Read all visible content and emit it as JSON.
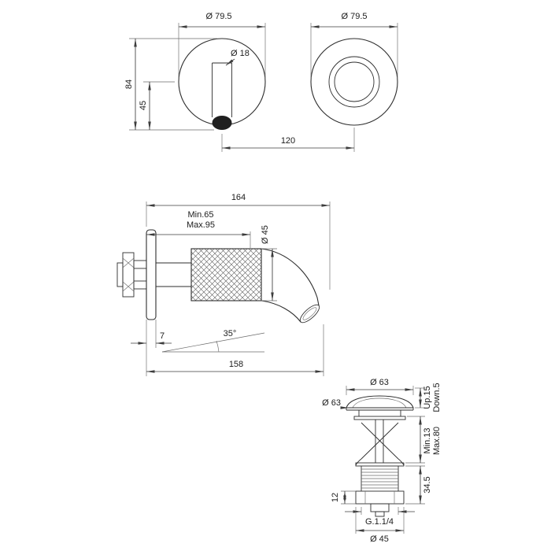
{
  "colors": {
    "background": "#ffffff",
    "line": "#2e2e2e"
  },
  "views": {
    "spout_front": {
      "plate_dia": "Ø 79.5",
      "spout_dia": "Ø 18",
      "height_total": "84",
      "height_outlet": "45",
      "center_distance": "120"
    },
    "handle_front": {
      "plate_dia": "Ø 79.5"
    },
    "side": {
      "length_total": "164",
      "wall_min": "Min.65",
      "wall_max": "Max.95",
      "body_dia": "Ø 45",
      "plate_thickness": "7",
      "spout_angle": "35°",
      "spout_reach": "158"
    },
    "drain": {
      "cap_dia_top": "Ø 63",
      "cap_dia_side": "Ø 63",
      "travel_up": "Up.15",
      "travel_down": "Down.5",
      "clamp_min": "Min.13",
      "clamp_max": "Max.80",
      "body_height": "34.5",
      "thread_length": "12",
      "thread_size": "G.1.1/4",
      "nut_dia": "Ø 45"
    }
  }
}
